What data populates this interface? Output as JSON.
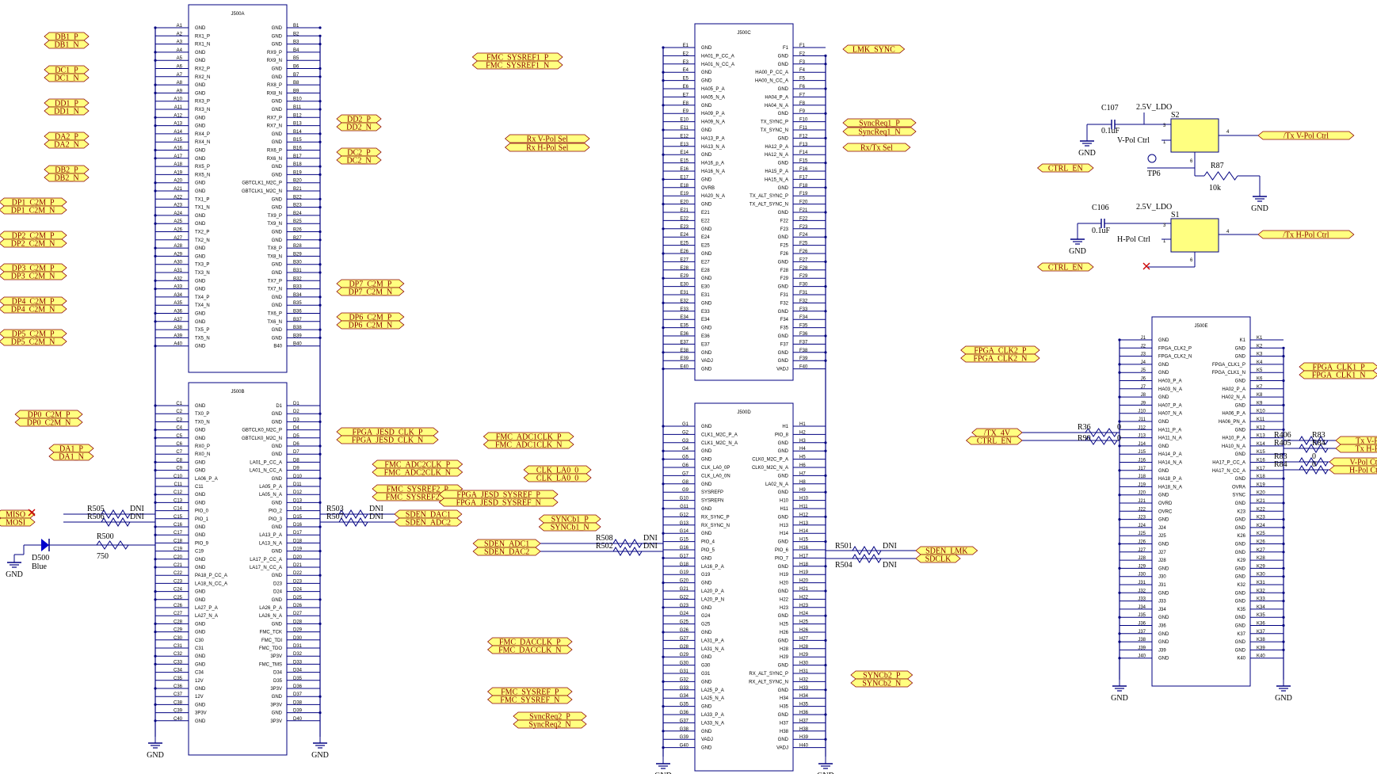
{
  "colors": {
    "wire": "#000080",
    "port_fill": "#ffff80",
    "port_text": "#8b0000",
    "box": "#000080",
    "pin": "#000080",
    "text": "#000000",
    "led": "#0000cc",
    "x": "#cc0000"
  },
  "blocks": {
    "J500A": {
      "title": "J500A",
      "left": [
        "GND",
        "RX1_P",
        "RX1_N",
        "GND",
        "GND",
        "RX2_P",
        "RX2_N",
        "GND",
        "GND",
        "RX3_P",
        "RX3_N",
        "GND",
        "GND",
        "RX4_P",
        "RX4_N",
        "GND",
        "GND",
        "RX5_P",
        "RX5_N",
        "GND",
        "GND",
        "TX1_P",
        "TX1_N",
        "GND",
        "GND",
        "TX2_P",
        "TX2_N",
        "GND",
        "GND",
        "TX3_P",
        "TX3_N",
        "GND",
        "GND",
        "TX4_P",
        "TX4_N",
        "GND",
        "GND",
        "TX5_P",
        "TX5_N",
        "GND"
      ],
      "right": [
        "GND",
        "GND",
        "GND",
        "RX9_P",
        "RX9_N",
        "GND",
        "GND",
        "RX8_P",
        "RX8_N",
        "GND",
        "GND",
        "RX7_P",
        "RX7_N",
        "GND",
        "GND",
        "RX6_P",
        "RX6_N",
        "GND",
        "GND",
        "GBTCLK1_M2C_P",
        "GBTCLK1_M2C_N",
        "GND",
        "GND",
        "TX9_P",
        "TX9_N",
        "GND",
        "GND",
        "TX8_P",
        "TX8_N",
        "GND",
        "GND",
        "TX7_P",
        "TX7_N",
        "GND",
        "GND",
        "TX6_P",
        "TX6_N",
        "GND",
        "GND",
        "B40"
      ]
    },
    "J500B": {
      "title": "J500B",
      "left": [
        "GND",
        "TX0_P",
        "TX0_N",
        "GND",
        "GND",
        "RX0_P",
        "RX0_N",
        "GND",
        "GND",
        "LA06_P_A",
        "C11",
        "GND",
        "GND",
        "PIO_0",
        "PIO_1",
        "GND",
        "GND",
        "PIO_9",
        "C19",
        "GND",
        "GND",
        "PA18_P_CC_A",
        "LA18_N_CC_A",
        "GND",
        "GND",
        "LA27_P_A",
        "LA27_N_A",
        "GND",
        "GND",
        "C30",
        "C31",
        "GND",
        "GND",
        "C34",
        "12V",
        "GND",
        "12V",
        "GND",
        "3P3V",
        "GND"
      ],
      "right": [
        "D1",
        "GND",
        "GND",
        "GBTCLK0_M2C_P",
        "GBTCLK0_M2C_N",
        "GND",
        "GND",
        "LA01_P_CC_A",
        "LA01_N_CC_A",
        "GND",
        "LA05_P_A",
        "LA05_N_A",
        "GND",
        "PIO_2",
        "PIO_3",
        "GND",
        "LA13_P_A",
        "LA13_N_A",
        "GND",
        "LA17_P_CC_A",
        "LA17_N_CC_A",
        "GND",
        "D23",
        "D24",
        "GND",
        "LA26_P_A",
        "LA26_N_A",
        "GND",
        "FMC_TCK",
        "FMC_TDI",
        "FMC_TDO",
        "3P3V",
        "FMC_TMS",
        "D34",
        "D35",
        "3P3V",
        "GND",
        "3P3V",
        "GND",
        "3P3V"
      ]
    },
    "J500C": {
      "title": "J500C",
      "left": [
        "GND",
        "HA01_P_CC_A",
        "HA01_N_CC_A",
        "GND",
        "GND",
        "HA05_P_A",
        "HA05_N_A",
        "GND",
        "HA09_P_A",
        "HA09_N_A",
        "GND",
        "HA13_P_A",
        "HA13_N_A",
        "GND",
        "HA16_p_A",
        "HA16_N_A",
        "GND",
        "OVRB",
        "HA20_N_A",
        "GND",
        "E21",
        "E22",
        "GND",
        "E24",
        "E25",
        "GND",
        "E27",
        "E28",
        "GND",
        "E30",
        "E31",
        "GND",
        "E33",
        "E34",
        "GND",
        "E36",
        "E37",
        "GND",
        "VADJ",
        "GND"
      ],
      "right": [
        "F1",
        "GND",
        "GND",
        "HA00_P_CC_A",
        "HA00_N_CC_A",
        "GND",
        "HA04_P_A",
        "HA04_N_A",
        "GND",
        "TX_SYNC_P",
        "TX_SYNC_N",
        "GND",
        "HA12_P_A",
        "HA12_N_A",
        "GND",
        "HA15_P_A",
        "HA15_N_A",
        "GND",
        "TX_ALT_SYNC_P",
        "TX_ALT_SYNC_N",
        "GND",
        "F22",
        "F23",
        "GND",
        "F25",
        "F26",
        "GND",
        "F28",
        "F29",
        "GND",
        "F31",
        "F32",
        "GND",
        "F34",
        "F35",
        "GND",
        "F37",
        "GND",
        "GND",
        "VADJ"
      ]
    },
    "J500D": {
      "title": "J500D",
      "left": [
        "GND",
        "CLK1_M2C_P_A",
        "CLK1_M2C_N_A",
        "GND",
        "GND",
        "CLK_LA0_0P",
        "CLK_LA0_0N",
        "GND",
        "SYSREFP",
        "SYSREFN",
        "GND",
        "RX_SYNC_P",
        "RX_SYNC_N",
        "GND",
        "PIO_4",
        "PIO_5",
        "GND",
        "LA16_P_A",
        "G19",
        "GND",
        "LA20_P_A",
        "LA20_P_N",
        "GND",
        "G24",
        "G25",
        "GND",
        "LA31_P_A",
        "LA31_N_A",
        "GND",
        "G30",
        "G31",
        "GND",
        "LA25_P_A",
        "LA25_N_A",
        "GND",
        "LA33_P_A",
        "LA33_N_A",
        "GND",
        "VADJ",
        "GND"
      ],
      "right": [
        "H1",
        "PIO_8",
        "GND",
        "GND",
        "CLK0_M2C_P_A",
        "CLK0_M2C_N_A",
        "GND",
        "LA02_N_A",
        "GND",
        "H10",
        "H11",
        "GND",
        "H13",
        "H14",
        "GND",
        "PIO_6",
        "PIO_7",
        "GND",
        "H19",
        "H20",
        "GND",
        "H22",
        "H23",
        "GND",
        "H25",
        "H26",
        "GND",
        "H28",
        "H29",
        "GND",
        "RX_ALT_SYNC_P",
        "RX_ALT_SYNC_N",
        "GND",
        "H34",
        "H35",
        "GND",
        "H37",
        "H38",
        "GND",
        "VADJ"
      ]
    },
    "J500E": {
      "title": "J500E",
      "left": [
        "GND",
        "FPGA_CLK2_P",
        "FPGA_CLK2_N",
        "GND",
        "GND",
        "HA03_P_A",
        "HA03_N_A",
        "GND",
        "HA07_P_A",
        "HA07_N_A",
        "GND",
        "HA11_P_A",
        "HA11_N_A",
        "GND",
        "HA14_P_A",
        "HA14_N_A",
        "GND",
        "HA18_P_A",
        "HA18_N_A",
        "GND",
        "OVRD",
        "OVRC",
        "GND",
        "J24",
        "J25",
        "GND",
        "J27",
        "J28",
        "GND",
        "J30",
        "J31",
        "GND",
        "J33",
        "J34",
        "GND",
        "J36",
        "GND",
        "GND",
        "J39",
        "GND"
      ],
      "right": [
        "K1",
        "GND",
        "GND",
        "FPGA_CLK1_P",
        "FPGA_CLK1_N",
        "GND",
        "HA02_P_A",
        "HA02_N_A",
        "GND",
        "HA06_P_A",
        "HA06_PN_A",
        "GND",
        "HA10_P_A",
        "HA10_N_A",
        "GND",
        "HA17_P_CC_A",
        "HA17_N_CC_A",
        "GND",
        "OVRA",
        "SYNC",
        "GND",
        "K23",
        "GND",
        "GND",
        "K26",
        "GND",
        "GND",
        "K29",
        "GND",
        "GND",
        "K32",
        "GND",
        "GND",
        "K35",
        "GND",
        "GND",
        "K37",
        "GND",
        "GND",
        "K40"
      ]
    }
  },
  "ports": [
    "DB1_P",
    "DB1_N",
    "DC1_P",
    "DC1_N",
    "DD1_P",
    "DD1_N",
    "DA2_P",
    "DA2_N",
    "DB2_P",
    "DB2_N",
    "DP1_C2M_P",
    "DP1_C2M_N",
    "DP2_C2M_P",
    "DP2_C2M_N",
    "DP3_C2M_P",
    "DP3_C2M_N",
    "DP4_C2M_P",
    "DP4_C2M_N",
    "DP5_C2M_P",
    "DP5_C2M_N",
    "DD2_P",
    "DD2_N",
    "DC2_P",
    "DC2_N",
    "DP7_C2M_P",
    "DP7_C2M_N",
    "DP6_C2M_P",
    "DP6_C2M_N",
    "DP0_C2M_P",
    "DP0_C2M_N",
    "DA1_P",
    "DA1_N",
    "MISO",
    "MOSI",
    "FPGA_JESD_CLK_P",
    "FPGA_JESD_CLK_N",
    "FMC_ADC2CLK_P",
    "FMC_ADC2CLK_N",
    "FMC_SYSREF2_P",
    "FMC_SYSREF2_N",
    "SDEN_DAC1",
    "SDEN_ADC2",
    "FMC_SYSREF1_P",
    "FMC_SYSREF1_N",
    "Rx V-Pol Sel",
    "Rx H-Pol Sel",
    "LMK_SYNC",
    "SyncReq1_P",
    "SyncReq1_N",
    "Rx/Tx Sel",
    "FMC_ADC1CLK_P",
    "FMC_ADC1CLK_N",
    "CLK_LA0_0",
    "CLK_LA0_0",
    "FPGA_JESD_SYSREF_P",
    "FPGA_JESD_SYSREF_N",
    "SYNCb1_P",
    "SYNCb1_N",
    "SDEN_ADC1",
    "SDEN_DAC2",
    "FMC_DACCLK_P",
    "FMC_DACCLK_N",
    "FMC_SYSREF_P",
    "FMC_SYSREF_N",
    "SyncReq2_P",
    "SyncReq2_N",
    "SDEN_LMK",
    "SDCLK",
    "SYNCb2_P",
    "SYNCb2_N",
    "/Tx V-Pol Ctrl",
    "CTRL_EN",
    "/Tx H-Pol Ctrl",
    "CTRL_EN",
    "FPGA_CLK2_P",
    "FPGA_CLK2_N",
    "/TX_4V",
    "CTRL_EN",
    "FPGA_CLK1_P",
    "FPGA_CLK1_N",
    "Tx V-Pol Se",
    "Tx H-Pol Se",
    "V-Pol Ctrl",
    "H-Pol Ctrl"
  ],
  "refdes": [
    "R505",
    "R506",
    "R500",
    "750",
    "D500",
    "Blue",
    "R503",
    "R507",
    "R508",
    "R502",
    "R501",
    "R504",
    "C107",
    "0.1uF",
    "2.5V_LDO",
    "S2",
    "V-Pol Ctrl",
    "R87",
    "10k",
    "TP6",
    "C106",
    "0.1uF",
    "2.5V_LDO",
    "S1",
    "H-Pol Ctrl",
    "R36",
    "R90",
    "0",
    "0",
    "R406",
    "R405",
    "R83",
    "R84",
    "0",
    "0",
    "0",
    "0"
  ],
  "dni": "DNI",
  "gnd": "GND",
  "switch_pins": [
    "3",
    "1",
    "4",
    "6"
  ]
}
